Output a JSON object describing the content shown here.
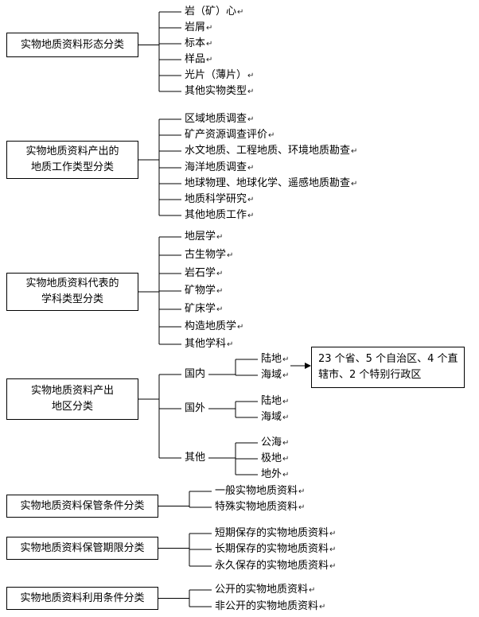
{
  "para_mark": "↵",
  "groups": [
    {
      "title_lines": [
        "实物地质资料形态分类"
      ],
      "items": [
        "岩（矿）心",
        "岩屑",
        "标本",
        "样品",
        "光片（薄片）",
        "其他实物类型"
      ]
    },
    {
      "title_lines": [
        "实物地质资料产出的",
        "地质工作类型分类"
      ],
      "items": [
        "区域地质调查",
        "矿产资源调查评价",
        "水文地质、工程地质、环境地质勘查",
        "海洋地质调查",
        "地球物理、地球化学、遥感地质勘查",
        "地质科学研究",
        "其他地质工作"
      ]
    },
    {
      "title_lines": [
        "实物地质资料代表的",
        "学科类型分类"
      ],
      "items": [
        "地层学",
        "古生物学",
        "岩石学",
        "矿物学",
        "矿床学",
        "构造地质学",
        "其他学科"
      ]
    },
    {
      "title_lines": [
        "实物地质资料产出",
        "地区分类"
      ],
      "subgroups": [
        {
          "label": "国内",
          "items": [
            "陆地",
            "海域"
          ]
        },
        {
          "label": "国外",
          "items": [
            "陆地",
            "海域"
          ]
        },
        {
          "label": "其他",
          "items": [
            "公海",
            "极地",
            "地外"
          ]
        }
      ],
      "note_lines": [
        "23 个省、5 个自治区、4 个直",
        "辖市、2 个特别行政区"
      ]
    },
    {
      "title_lines": [
        "实物地质资料保管条件分类"
      ],
      "items": [
        "一般实物地质资料",
        "特殊实物地质资料"
      ]
    },
    {
      "title_lines": [
        "实物地质资料保管期限分类"
      ],
      "items": [
        "短期保存的实物地质资料",
        "长期保存的实物地质资料",
        "永久保存的实物地质资料"
      ]
    },
    {
      "title_lines": [
        "实物地质资料利用条件分类"
      ],
      "items": [
        "公开的实物地质资料",
        "非公开的实物地质资料"
      ]
    }
  ]
}
